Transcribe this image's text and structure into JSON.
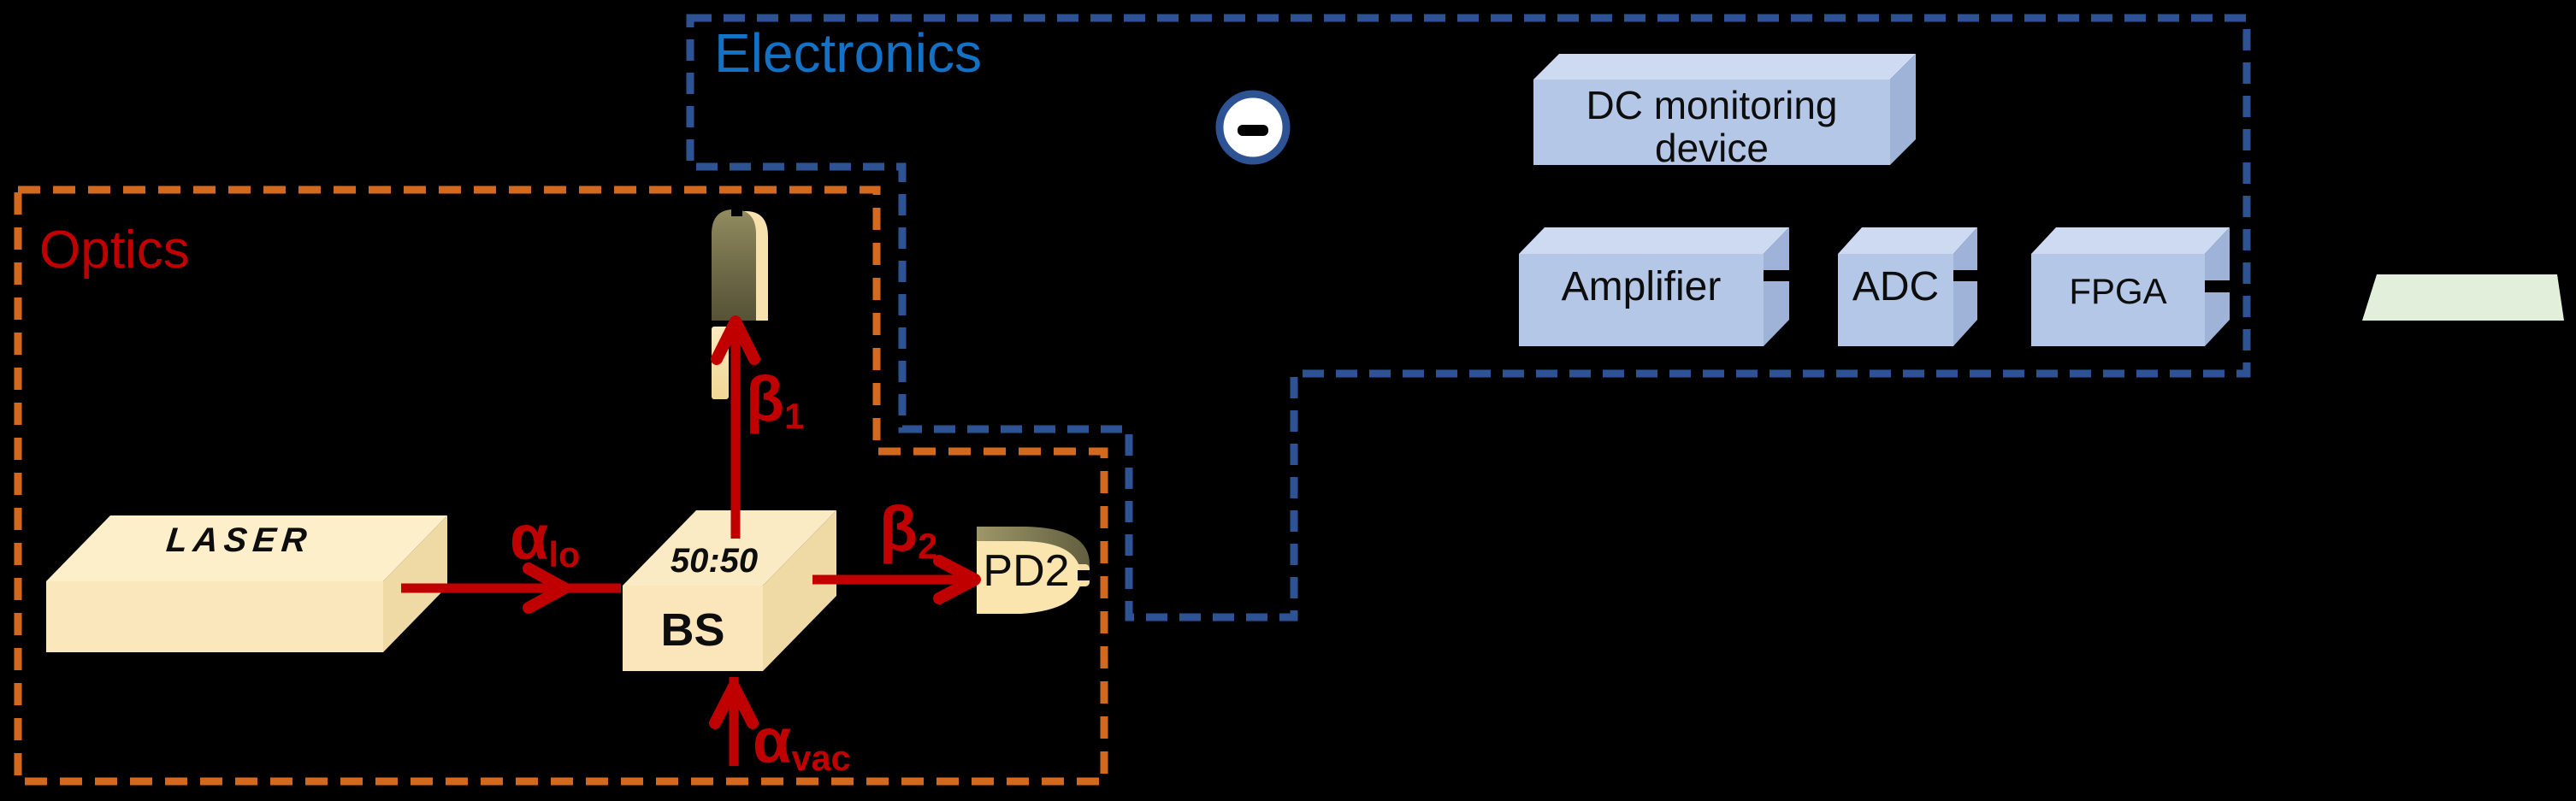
{
  "regions": {
    "optics": {
      "label": "Optics"
    },
    "electronics": {
      "label": "Electronics"
    }
  },
  "components": {
    "laser": {
      "label": "LASER"
    },
    "beam_splitter": {
      "ratio": "50:50",
      "label": "BS"
    },
    "pd2": {
      "label": "PD2"
    },
    "subtractor": {
      "symbol": "−"
    },
    "dc_monitoring": {
      "line1": "DC monitoring",
      "line2": "device"
    },
    "amplifier": {
      "label": "Amplifier"
    },
    "adc": {
      "label": "ADC"
    },
    "fpga": {
      "label": "FPGA"
    }
  },
  "beams": {
    "alpha_lo": {
      "base": "α",
      "sub": "lo"
    },
    "alpha_vac": {
      "base": "α",
      "sub": "vac"
    },
    "beta1": {
      "base": "β",
      "sub": "1"
    },
    "beta2": {
      "base": "β",
      "sub": "2"
    }
  },
  "colors": {
    "background": "#000000",
    "optics_border": "#D2691E",
    "optics_label": "#C00000",
    "electronics_border": "#2E5395",
    "electronics_label": "#1472C6",
    "beam_red": "#C00000",
    "electronic_box_front": "#B4C7E7",
    "electronic_box_top": "#CEDAF2",
    "electronic_box_side": "#9FB3D9",
    "optic_box_front": "#FAE7BB",
    "optic_box_top": "#FDEFC9",
    "optic_box_side": "#EFD9A4",
    "photodiode_body": "#FAE5AF",
    "photodiode_dark": "#6B6747",
    "subtractor_ring": "#2E5395",
    "output_trapezoid": "#E2EFDA"
  }
}
